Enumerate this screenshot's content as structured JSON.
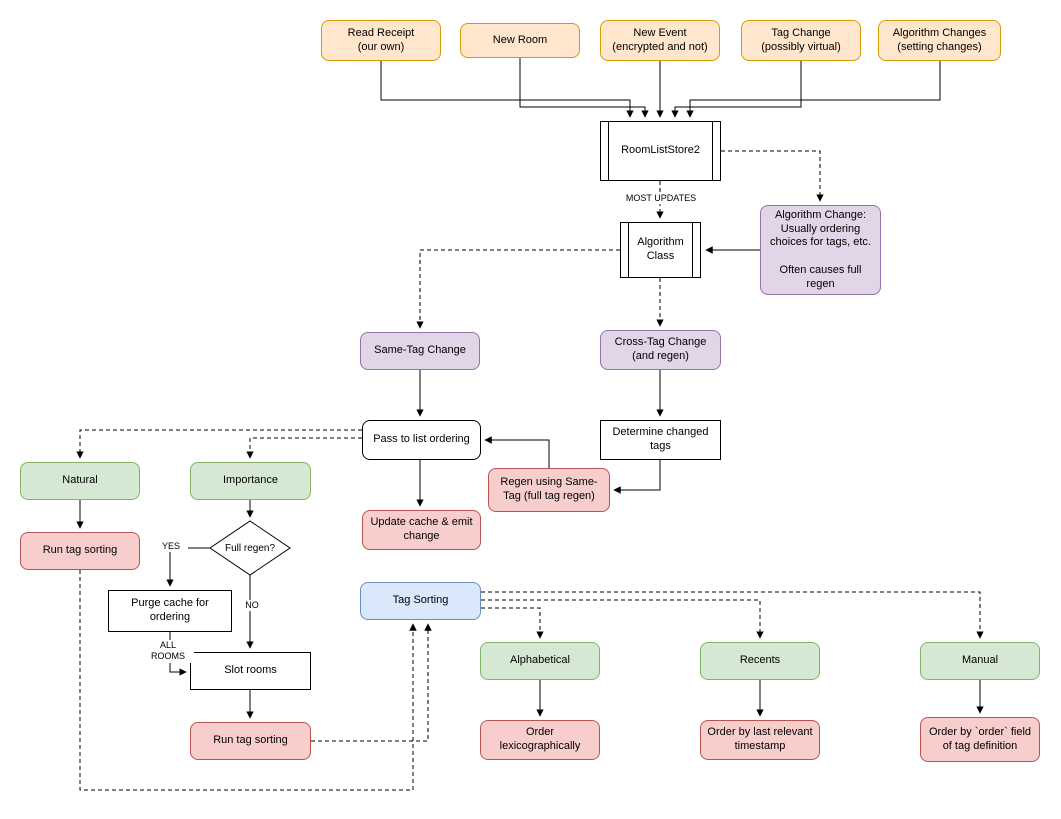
{
  "colors": {
    "orange_fill": "#ffe6cc",
    "orange_stroke": "#d79b00",
    "purple_fill": "#e1d5e7",
    "purple_stroke": "#9673a6",
    "green_fill": "#d5e8d4",
    "green_stroke": "#82b366",
    "red_fill": "#f8cecc",
    "red_stroke": "#b85450",
    "blue_fill": "#dae8fc",
    "blue_stroke": "#6c8ebf",
    "line_color": "#000000",
    "background": "#ffffff"
  },
  "nodes": {
    "read_receipt": "Read Receipt\n(our own)",
    "new_room": "New Room",
    "new_event": "New Event\n(encrypted and not)",
    "tag_change": "Tag Change\n(possibly virtual)",
    "algorithm_changes": "Algorithm Changes\n(setting changes)",
    "room_list_store": "RoomListStore2",
    "algorithm_class": "Algorithm\nClass",
    "algorithm_change_note": "Algorithm Change:\nUsually ordering\nchoices for tags, etc.\n\nOften causes full\nregen",
    "same_tag_change": "Same-Tag Change",
    "cross_tag_change": "Cross-Tag Change\n(and regen)",
    "pass_to_list_ordering": "Pass to list ordering",
    "determine_changed_tags": "Determine changed\ntags",
    "regen_same_tag": "Regen using Same-\nTag (full tag regen)",
    "update_cache": "Update cache & emit\nchange",
    "natural": "Natural",
    "importance": "Importance",
    "run_tag_sorting_left": "Run tag sorting",
    "full_regen": "Full regen?",
    "purge_cache": "Purge cache for\nordering",
    "slot_rooms": "Slot rooms",
    "run_tag_sorting_right": "Run tag sorting",
    "tag_sorting": "Tag Sorting",
    "alphabetical": "Alphabetical",
    "recents": "Recents",
    "manual": "Manual",
    "order_lexicographically": "Order\nlexicographically",
    "order_by_timestamp": "Order by last relevant\ntimestamp",
    "order_by_order_field": "Order by `order` field\nof tag definition"
  },
  "edge_labels": {
    "most_updates": "MOST UPDATES",
    "yes": "YES",
    "no": "NO",
    "all_rooms": "ALL\nROOMS"
  }
}
